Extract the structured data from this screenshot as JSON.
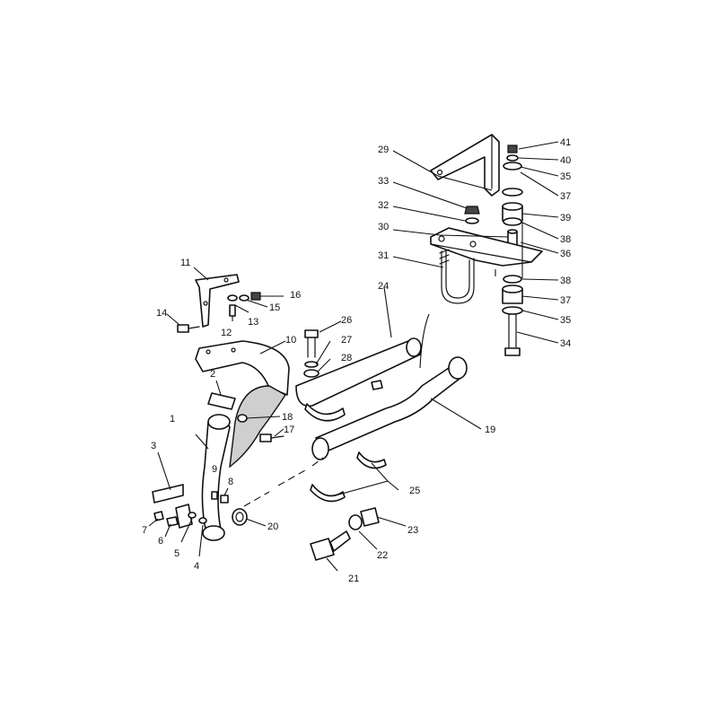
{
  "colors": {
    "line": "#111111",
    "background": "#ffffff"
  },
  "callouts": [
    "1",
    "2",
    "3",
    "4",
    "5",
    "6",
    "7",
    "8",
    "9",
    "10",
    "11",
    "12",
    "13",
    "14",
    "15",
    "16",
    "17",
    "18",
    "19",
    "20",
    "21",
    "22",
    "23",
    "24",
    "25",
    "26",
    "27",
    "28",
    "29",
    "30",
    "31",
    "32",
    "33",
    "34",
    "35",
    "36",
    "37",
    "38",
    "39",
    "40",
    "41"
  ]
}
